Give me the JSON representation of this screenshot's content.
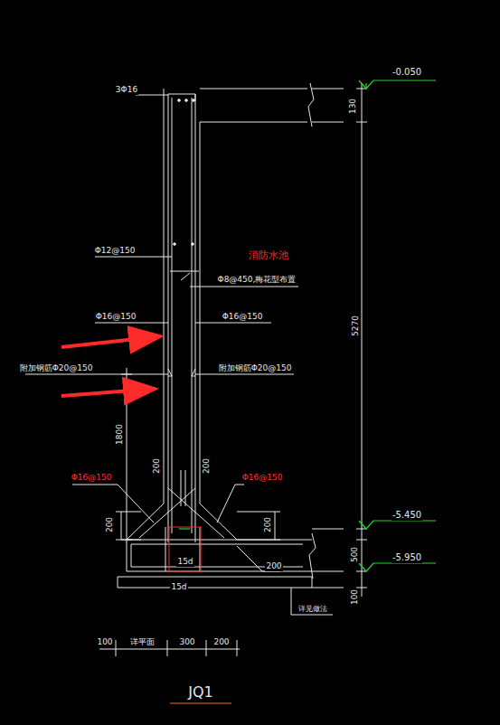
{
  "diagram": {
    "caption": "JQ1",
    "labels": [
      "3Φ16",
      "-0.050",
      "130",
      "Φ12@150",
      "消防水池",
      "Φ8@450,梅花型布置",
      "Φ16@150",
      "Φ16@150",
      "附加钢筋Φ20@150",
      "附加钢筋Φ20@150",
      "5270",
      "1800",
      "200",
      "200",
      "Φ16@150",
      "Φ16@150",
      "200",
      "200",
      "-5.450",
      "500",
      "-5.950",
      "15d",
      "200",
      "15d",
      "100",
      "详见做法",
      "100",
      "详平面",
      "300",
      "200"
    ]
  }
}
